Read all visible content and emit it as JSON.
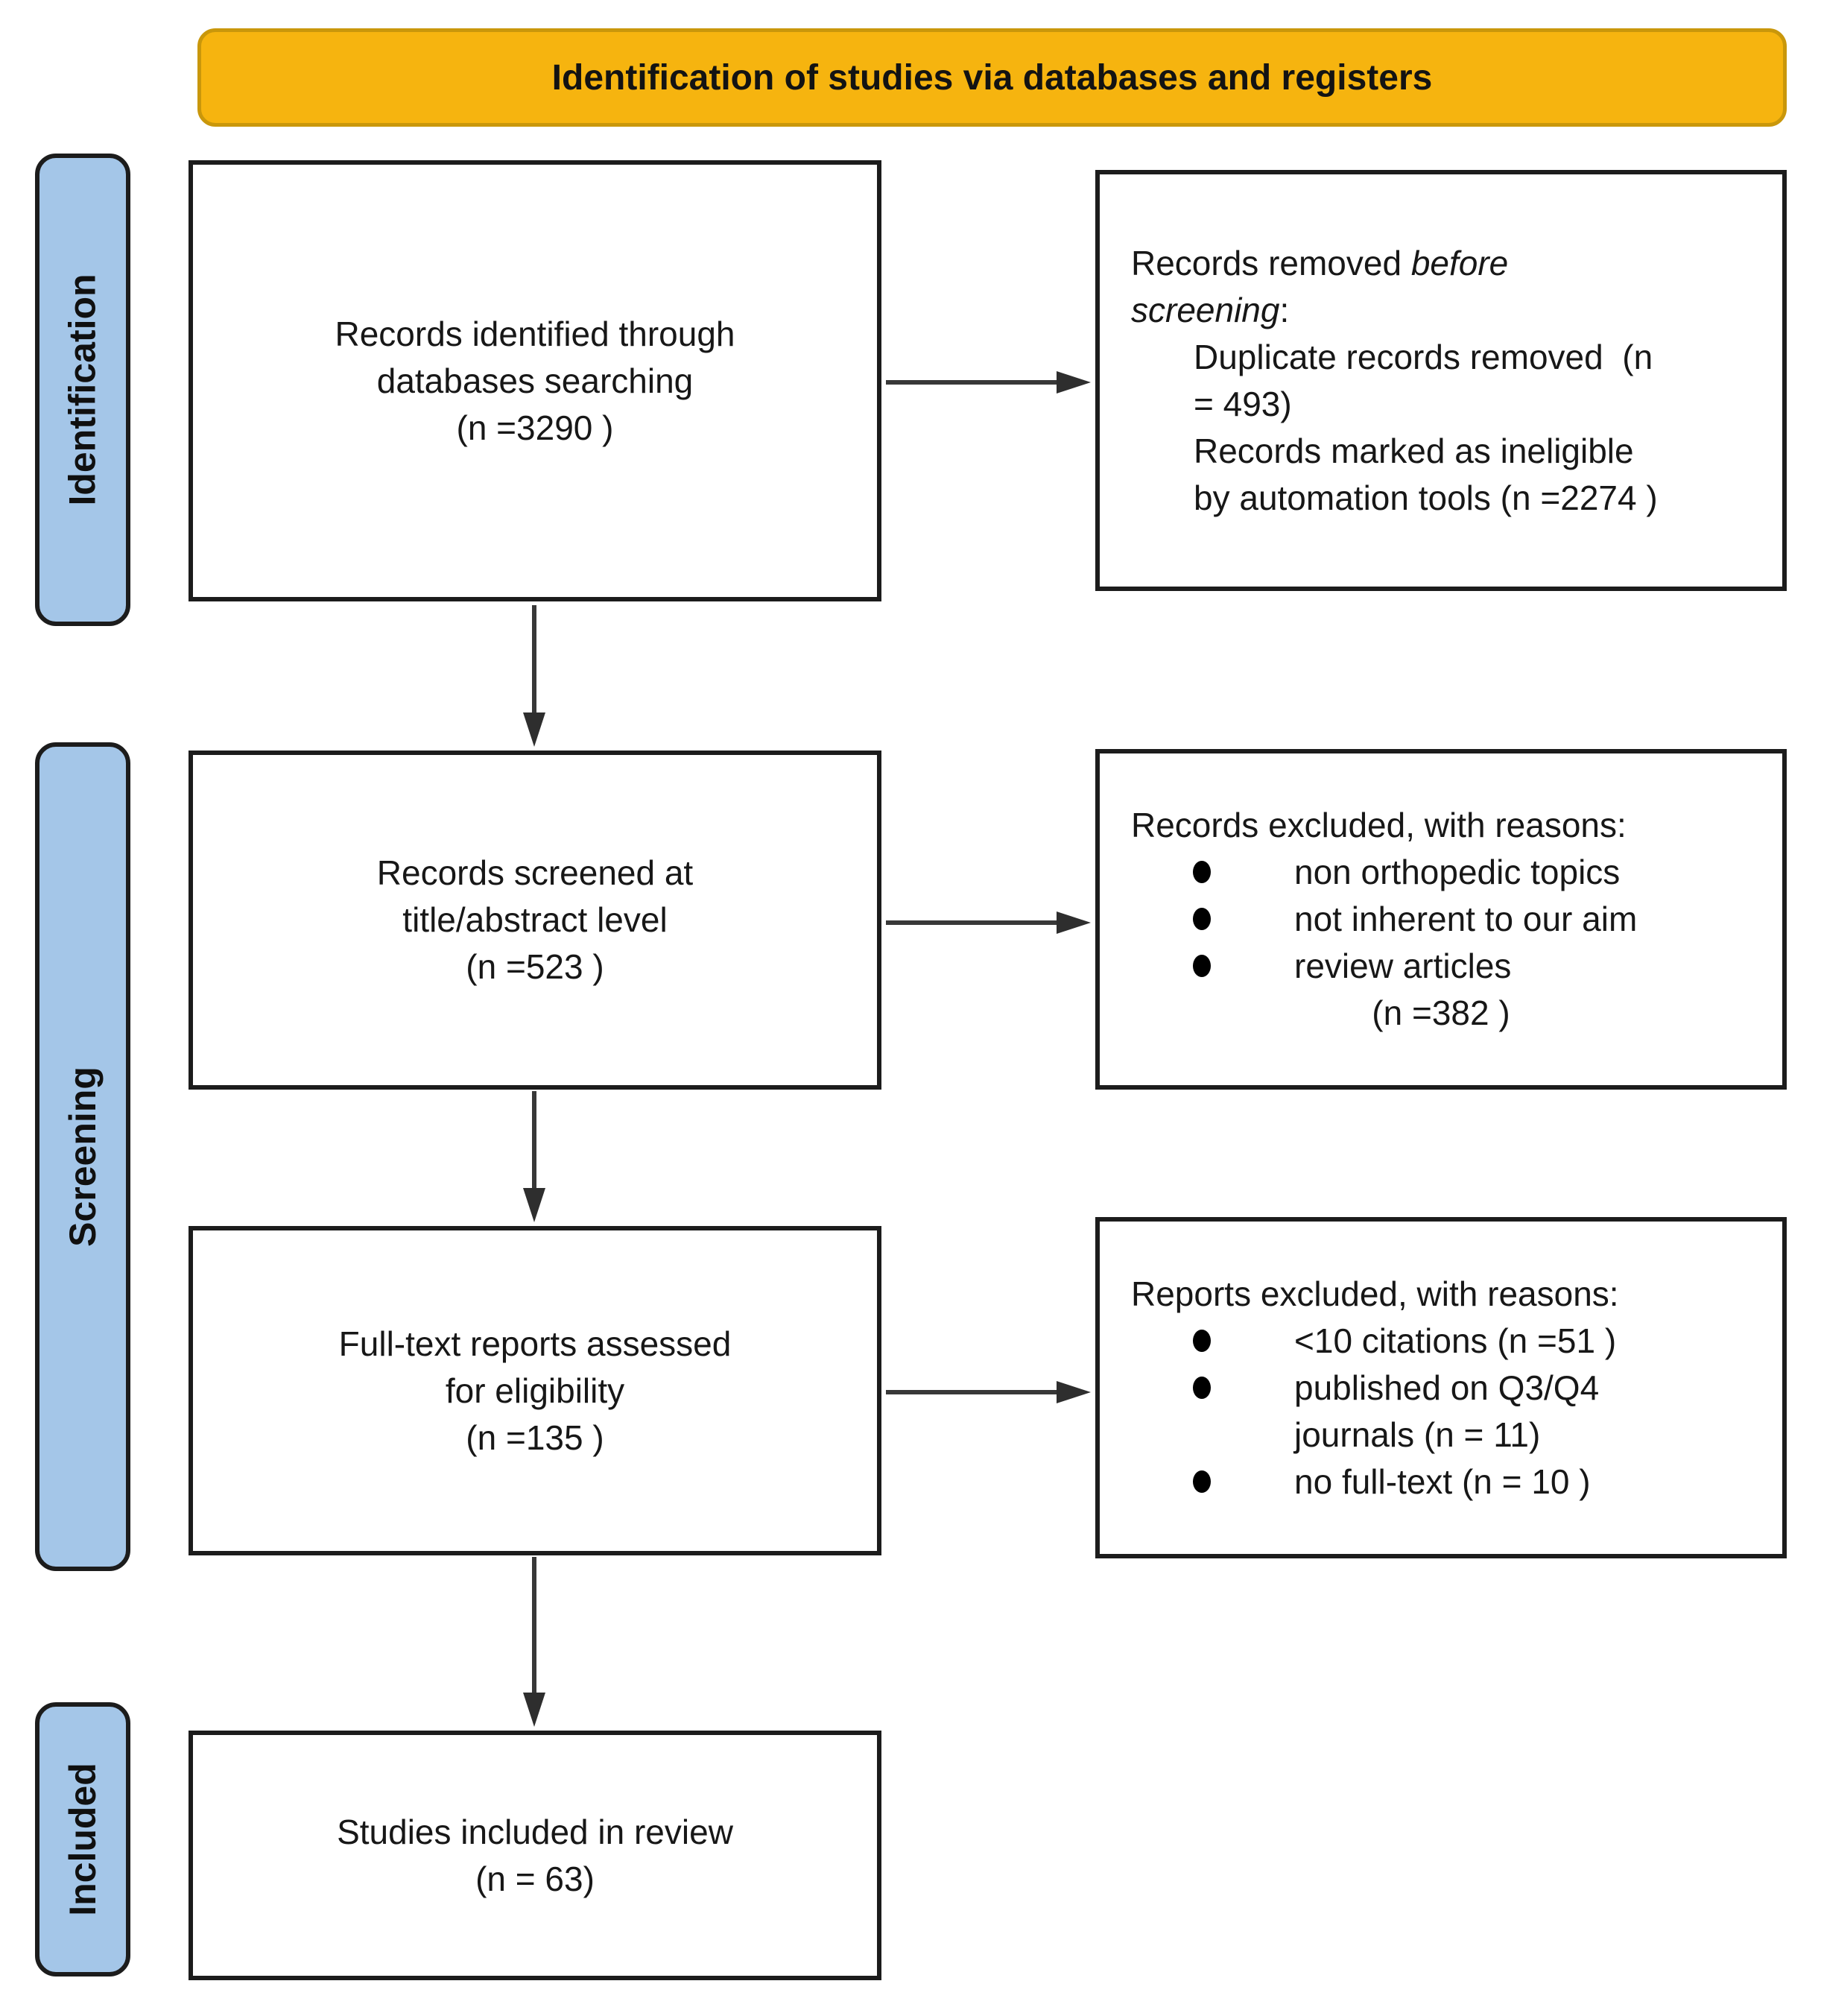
{
  "colors": {
    "banner_bg": "#F6B40F",
    "banner_border": "#C9970B",
    "stage_bg": "#A4C6E8",
    "box_border": "#1c1c1c",
    "arrow": "#383838",
    "text": "#171717"
  },
  "banner": {
    "title": "Identification of studies via databases and registers"
  },
  "sidebar": {
    "labels": [
      "Identification",
      "Screening",
      "Included"
    ]
  },
  "flow_boxes": {
    "identified": "Records identified through\ndatabases searching\n(n =3290 )",
    "screened": "Records screened at\ntitle/abstract level\n(n =523 )",
    "fulltext": "Full-text reports assessed\nfor eligibility\n(n =135 )",
    "included": "Studies included in review\n(n = 63)"
  },
  "side_boxes": {
    "removed": {
      "lead": "Records removed ",
      "lead_italic_line1": "before",
      "lead_italic_line2": "screening",
      "lead_colon": ":",
      "items": [
        "Duplicate records removed  (n\n= 493)",
        "Records marked as ineligible\nby automation tools (n =2274 )"
      ]
    },
    "records_excluded": {
      "header": "Records excluded, with reasons:",
      "bullets": [
        "non orthopedic topics",
        "not inherent to our aim",
        "review articles"
      ],
      "footer": "(n =382 )"
    },
    "reports_excluded": {
      "header": "Reports excluded, with reasons:",
      "bullets": [
        "<10 citations (n =51 )",
        "published on Q3/Q4\njournals (n = 11)",
        "no full-text (n = 10 )"
      ]
    }
  }
}
